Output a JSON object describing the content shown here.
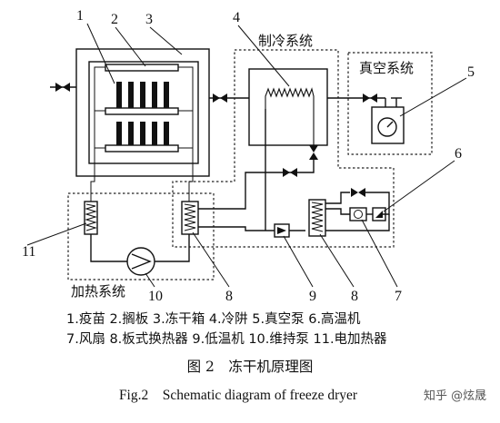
{
  "callouts": {
    "n1": "1",
    "n2": "2",
    "n3": "3",
    "n4": "4",
    "n5": "5",
    "n6": "6",
    "n7": "7",
    "n8a": "8",
    "n8b": "8",
    "n9": "9",
    "n10": "10",
    "n11": "11"
  },
  "systems": {
    "refrigeration": "制冷系统",
    "vacuum": "真空系统",
    "heating": "加热系统"
  },
  "legend": {
    "line1": "1.疫苗 2.搁板 3.冻干箱 4.冷阱 5.真空泵 6.高温机",
    "line2": "7.风扇 8.板式换热器 9.低温机 10.维持泵 11.电加热器"
  },
  "caption": {
    "cn": "图 2　冻干机原理图",
    "en": "Fig.2　Schematic diagram of freeze dryer"
  },
  "watermark": "知乎 @炫晟"
}
